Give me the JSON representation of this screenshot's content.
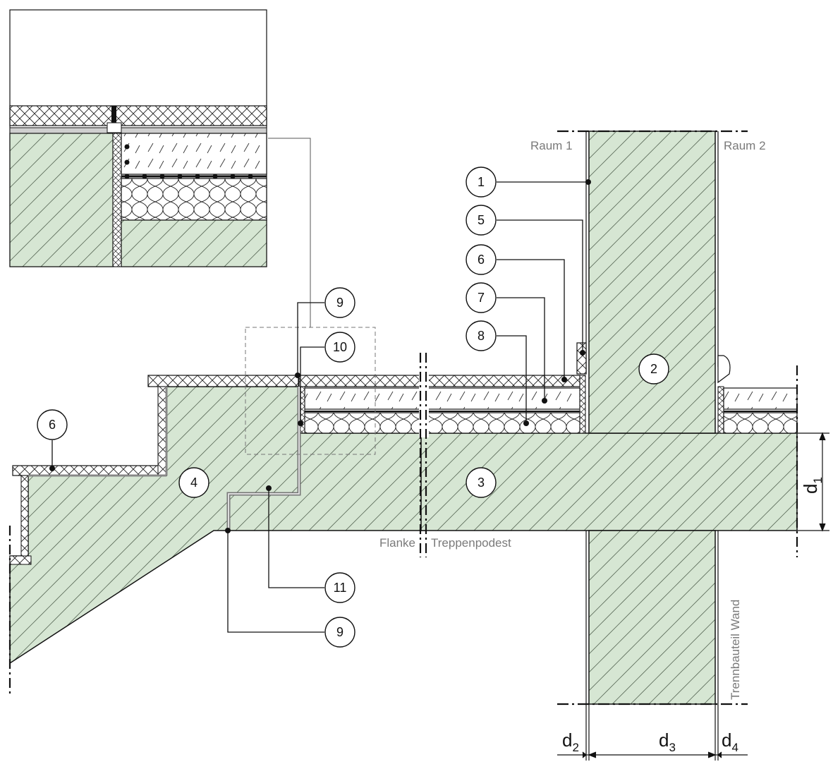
{
  "labels": {
    "raum1": "Raum 1",
    "raum2": "Raum 2",
    "flanke": "Flanke",
    "treppenpodest": "Treppenpodest",
    "trennbauteil": "Trennbauteil Wand"
  },
  "callouts": [
    "1",
    "2",
    "3",
    "4",
    "5",
    "6",
    "6",
    "7",
    "8",
    "9",
    "9",
    "10",
    "11"
  ],
  "dimensions": {
    "d1": {
      "main": "d",
      "sub": "1"
    },
    "d2": {
      "main": "d",
      "sub": "2"
    },
    "d3": {
      "main": "d",
      "sub": "3"
    },
    "d4": {
      "main": "d",
      "sub": "4"
    }
  },
  "colors": {
    "concrete": "#d6e6d3",
    "line": "#111111",
    "label_gray": "#7a7a7a"
  }
}
